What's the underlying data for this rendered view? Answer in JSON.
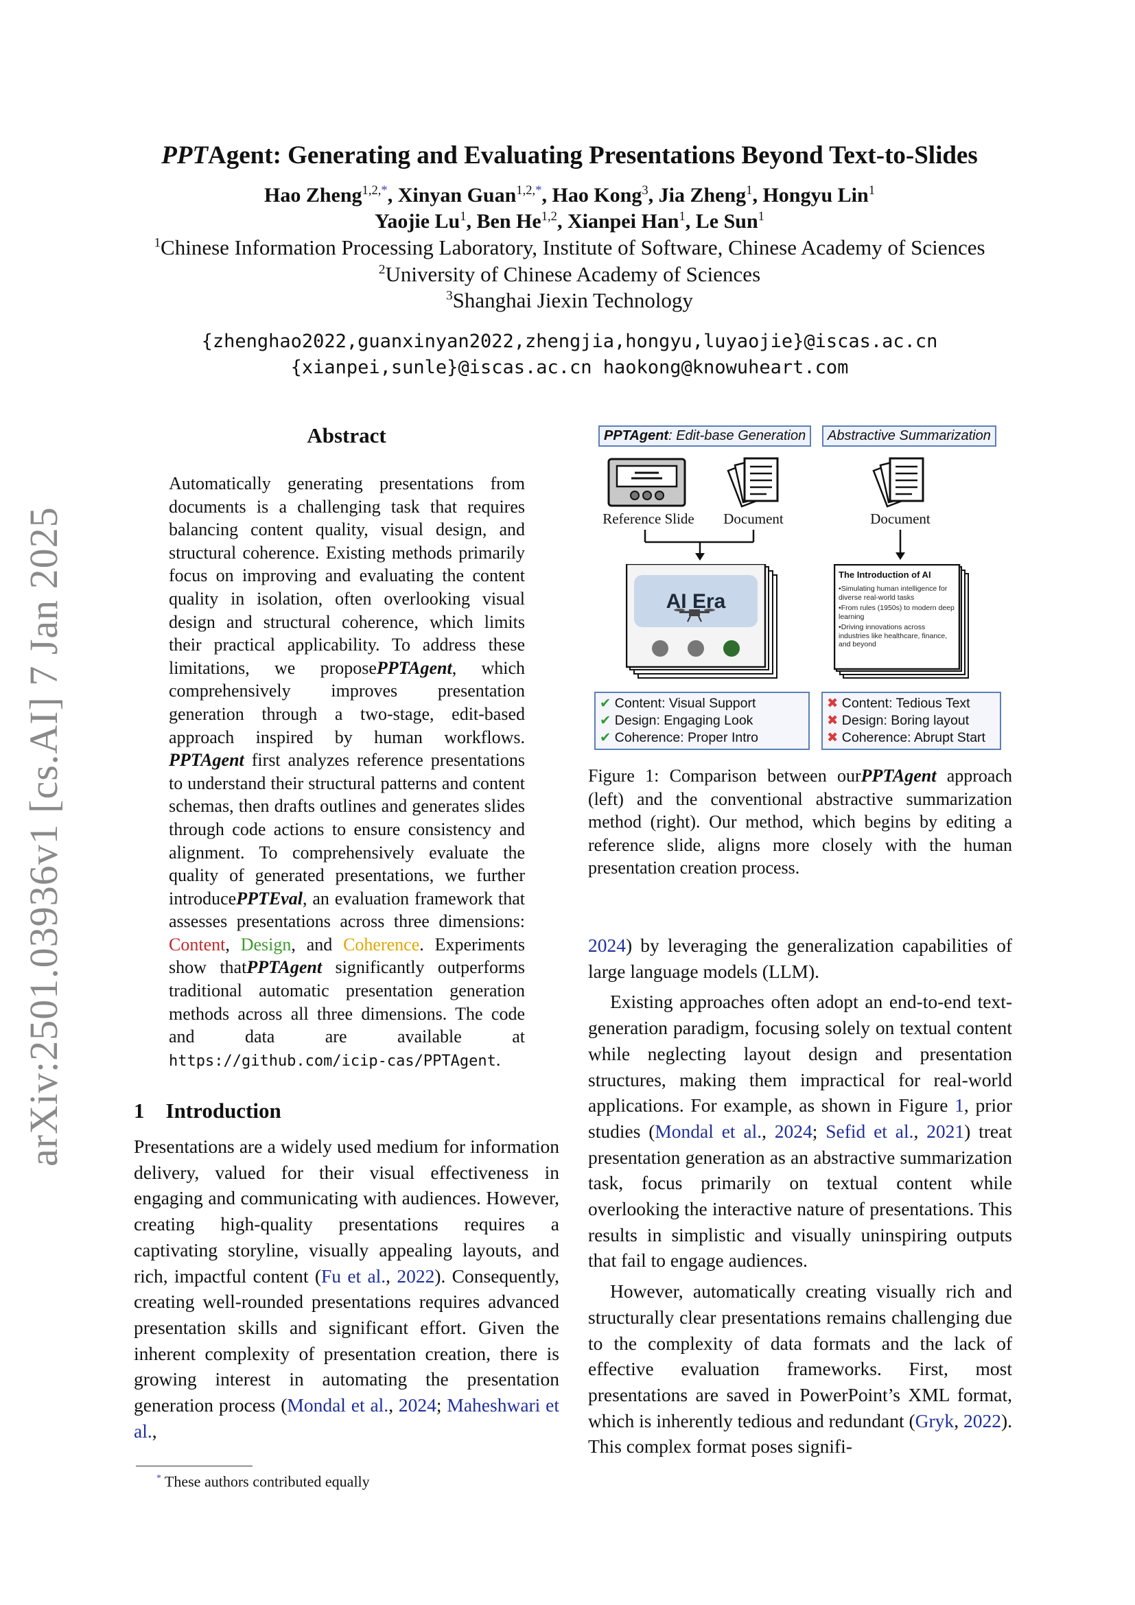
{
  "sidebar_stamp": "arXiv:2501.03936v1  [cs.AI]  7 Jan 2025",
  "title": {
    "logo": "PPT",
    "rest": "Agent: Generating and Evaluating Presentations Beyond Text-to-Slides"
  },
  "authors": {
    "line1": [
      {
        "name": "Hao Zheng",
        "sup": "1,2,*"
      },
      {
        "name": "Xinyan Guan",
        "sup": "1,2,*"
      },
      {
        "name": "Hao Kong",
        "sup": "3"
      },
      {
        "name": "Jia Zheng",
        "sup": "1"
      },
      {
        "name": "Hongyu Lin",
        "sup": "1"
      }
    ],
    "line2": [
      {
        "name": "Yaojie Lu",
        "sup": "1"
      },
      {
        "name": "Ben He",
        "sup": "1,2"
      },
      {
        "name": "Xianpei Han",
        "sup": "1"
      },
      {
        "name": "Le Sun",
        "sup": "1"
      }
    ]
  },
  "affiliations": [
    {
      "sup": "1",
      "text": "Chinese Information Processing Laboratory, Institute of Software, Chinese Academy of Sciences"
    },
    {
      "sup": "2",
      "text": "University of Chinese Academy of Sciences"
    },
    {
      "sup": "3",
      "text": "Shanghai Jiexin Technology"
    }
  ],
  "emails": [
    "{zhenghao2022,guanxinyan2022,zhengjia,hongyu,luyaojie}@iscas.ac.cn",
    "{xianpei,sunle}@iscas.ac.cn  haokong@knowuheart.com"
  ],
  "abstract": {
    "heading": "Abstract",
    "p1": "Automatically generating presentations from documents is a challenging task that requires balancing content quality, visual design, and structural coherence. Existing methods primarily focus on improving and evaluating the content quality in isolation, often overlooking visual design and structural coherence, which limits their practical applicability. To address these limitations, we propose",
    "logo1": "PPTAgent",
    "p2": ", which comprehensively improves presentation generation through a two-stage, edit-based approach inspired by human workflows. ",
    "logo2": "PPTAgent",
    "p3": " first analyzes reference presentations to understand their structural patterns and content schemas, then drafts outlines and generates slides through code actions to ensure consistency and alignment. To comprehensively evaluate the quality of generated presentations, we further introduce",
    "logo3": "PPTEval",
    "p4": ", an evaluation framework that assesses presentations across three dimensions: ",
    "dim_content": "Content",
    "sep1": ", ",
    "dim_design": "Design",
    "sep2": ", and ",
    "dim_coherence": "Coherence",
    "p5": ". Experiments show that",
    "logo4": "PPTAgent",
    "p6": " significantly outperforms traditional automatic presentation generation methods across all three dimensions. The code and data are available at ",
    "url": "https://github.com/icip-cas/PPTAgent",
    "p7": "."
  },
  "intro": {
    "heading_num": "1",
    "heading": "Introduction",
    "t1": "Presentations are a widely used medium for information delivery, valued for their visual effectiveness in engaging and communicating with audiences. However, creating high-quality presentations requires a captivating storyline, visually appealing layouts, and rich, impactful content (",
    "c1": "Fu et al.",
    "t2": ", ",
    "c2": "2022",
    "t3": "). Consequently, creating well-rounded presentations requires advanced presentation skills and significant effort. Given the inherent complexity of presentation creation, there is growing interest in automating the presentation generation process (",
    "c3": "Mondal et al.",
    "t4": ", ",
    "c4": "2024",
    "t5": "; ",
    "c5": "Maheshwari et al.",
    "t6": ","
  },
  "footnote": {
    "mark": "*",
    "text": "These authors contributed equally"
  },
  "figure": {
    "left_tag_bold": "PPTAgent",
    "left_tag_rest": ": Edit-base Generation",
    "right_tag": "Abstractive Summarization",
    "label_ref_slide": "Reference Slide",
    "label_doc_left": "Document",
    "label_doc_right": "Document",
    "slide_title": "AI Era",
    "summary_title": "The Introduction of AI",
    "summary_bullets": [
      "Simulating human intelligence for diverse real-world tasks",
      "From rules (1950s) to modern deep learning",
      "Driving innovations across industries like healthcare, finance, and beyond"
    ],
    "left_eval": [
      "Content: Visual Support",
      "Design: Engaging Look",
      "Coherence: Proper Intro"
    ],
    "right_eval": [
      "Content: Tedious Text",
      "Design: Boring layout",
      "Coherence: Abrupt Start"
    ],
    "colors": {
      "border": "#5b7fb8",
      "check": "#2f9a34",
      "cross": "#d83b3b"
    }
  },
  "caption": {
    "t1": "Figure 1: Comparison between our",
    "logo": "PPTAgent",
    "t2": " approach (left) and the conventional abstractive summarization method (right). Our method, which begins by editing a reference slide, aligns more closely with the human presentation creation process."
  },
  "right": {
    "p1_cite": "2024",
    "p1": ") by leveraging the generalization capabilities of large language models (LLM).",
    "p2_a": "Existing approaches often adopt an end-to-end text-generation paradigm, focusing solely on textual content while neglecting layout design and presentation structures, making them impractical for real-world applications. For example, as shown in Figure ",
    "p2_fig": "1",
    "p2_b": ", prior studies (",
    "p2_c1": "Mondal et al.",
    "p2_c": ", ",
    "p2_c2": "2024",
    "p2_d": "; ",
    "p2_c3": "Sefid et al.",
    "p2_e": ", ",
    "p2_c4": "2021",
    "p2_f": ") treat presentation generation as an abstractive summarization task, focus primarily on textual content while overlooking the interactive nature of presentations. This results in simplistic and visually uninspiring outputs that fail to engage audiences.",
    "p3_a": "However, automatically creating visually rich and structurally clear presentations remains challenging due to the complexity of data formats and the lack of effective evaluation frameworks. First, most presentations are saved in PowerPoint’s XML format, which is inherently tedious and redundant (",
    "p3_c1": "Gryk",
    "p3_b": ", ",
    "p3_c2": "2022",
    "p3_c": "). This complex format poses signifi-"
  }
}
